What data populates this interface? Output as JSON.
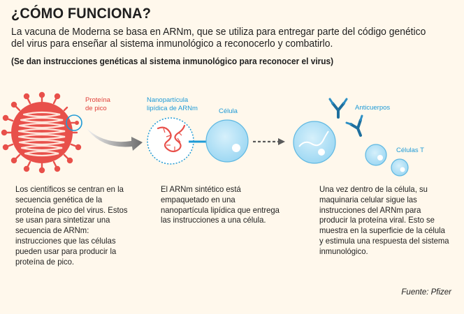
{
  "header": {
    "title": "¿CÓMO FUNCIONA?",
    "intro": "La vacuna de Moderna se basa en ARNm, que se utiliza para entregar parte del código genético del virus para enseñar al sistema inmunológico a reconocerlo y combatirlo.",
    "subtitle": "(Se dan instrucciones genéticas al sistema inmunológico para reconocer el virus)"
  },
  "labels": {
    "spike_line1": "Proteína",
    "spike_line2": "de pico",
    "nano_line1": "Nanopartícula",
    "nano_line2": "lipídica de ARNm",
    "cell": "Célula",
    "antibodies": "Anticuerpos",
    "tcells": "Células T"
  },
  "steps": [
    "Los científicos se centran en la secuencia genética de la proteína de pico del virus. Estos se usan para sintetizar una secuencia de ARNm: instrucciones que las células pueden usar para producir la proteína de pico.",
    "El ARNm sintético está empaquetado en una nanopartícula lipídica que entrega las instrucciones a una célula.",
    "Una vez dentro de la célula, su maquinaria celular sigue las instrucciones del ARNm para producir la proteína viral. Esto se muestra en la superficie de la célula y estimula una respuesta del sistema inmunológico."
  ],
  "source": "Fuente: Pfizer",
  "colors": {
    "virus": "#e8504a",
    "accent_blue": "#1e9ad6",
    "cell_fill": "#a9def5",
    "arrow_gray": "#6b6b6b",
    "background": "#fff8ec"
  }
}
